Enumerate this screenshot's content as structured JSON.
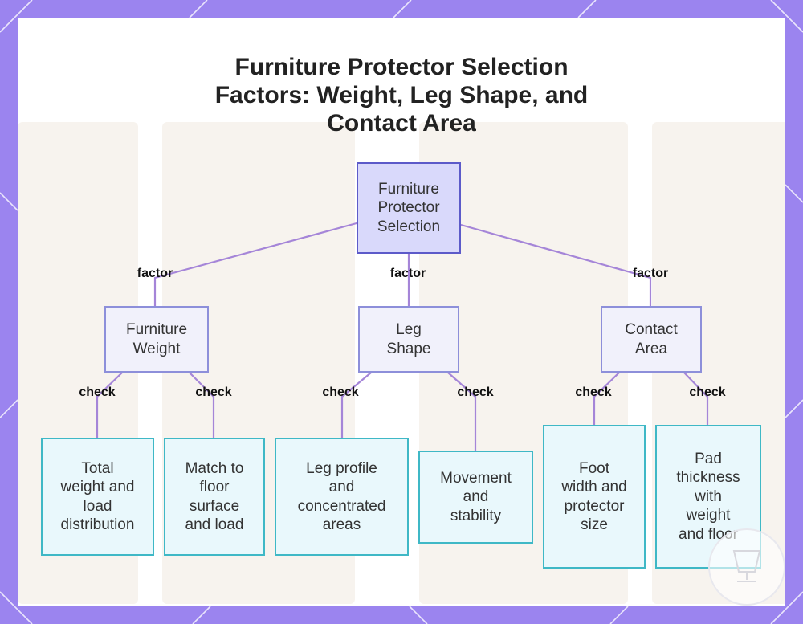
{
  "colors": {
    "frame": "#9b84ef",
    "panel": "#ffffff",
    "edge": "#a585d8",
    "root_fill": "#d9d9fb",
    "root_border": "#5c5ac9",
    "mid_fill": "#f1f1fb",
    "mid_border": "#8d8fda",
    "leaf_fill": "#e9f8fc",
    "leaf_border": "#3fb8c6"
  },
  "diagram": {
    "title_lines": [
      "Furniture Protector Selection",
      "Factors: Weight, Leg Shape, and",
      "Contact Area"
    ],
    "root": {
      "lines": [
        "Furniture",
        "Protector",
        "Selection"
      ]
    },
    "factors": [
      {
        "label": "factor",
        "lines": [
          "Furniture",
          "Weight"
        ]
      },
      {
        "label": "factor",
        "lines": [
          "Leg",
          "Shape"
        ]
      },
      {
        "label": "factor",
        "lines": [
          "Contact",
          "Area"
        ]
      }
    ],
    "checks": [
      {
        "label": "check",
        "lines": [
          "Total",
          "weight and",
          "load",
          "distribution"
        ]
      },
      {
        "label": "check",
        "lines": [
          "Match to",
          "floor",
          "surface",
          "and load"
        ]
      },
      {
        "label": "check",
        "lines": [
          "Leg profile",
          "and",
          "concentrated",
          "areas"
        ]
      },
      {
        "label": "check",
        "lines": [
          "Movement",
          "and",
          "stability"
        ]
      },
      {
        "label": "check",
        "lines": [
          "Foot",
          "width and",
          "protector",
          "size"
        ]
      },
      {
        "label": "check",
        "lines": [
          "Pad",
          "thickness",
          "with",
          "weight",
          "and floor"
        ]
      }
    ]
  },
  "icons": {
    "decor_pattern": "diagonal-line-pattern",
    "watermark": "cup-logo-icon"
  }
}
